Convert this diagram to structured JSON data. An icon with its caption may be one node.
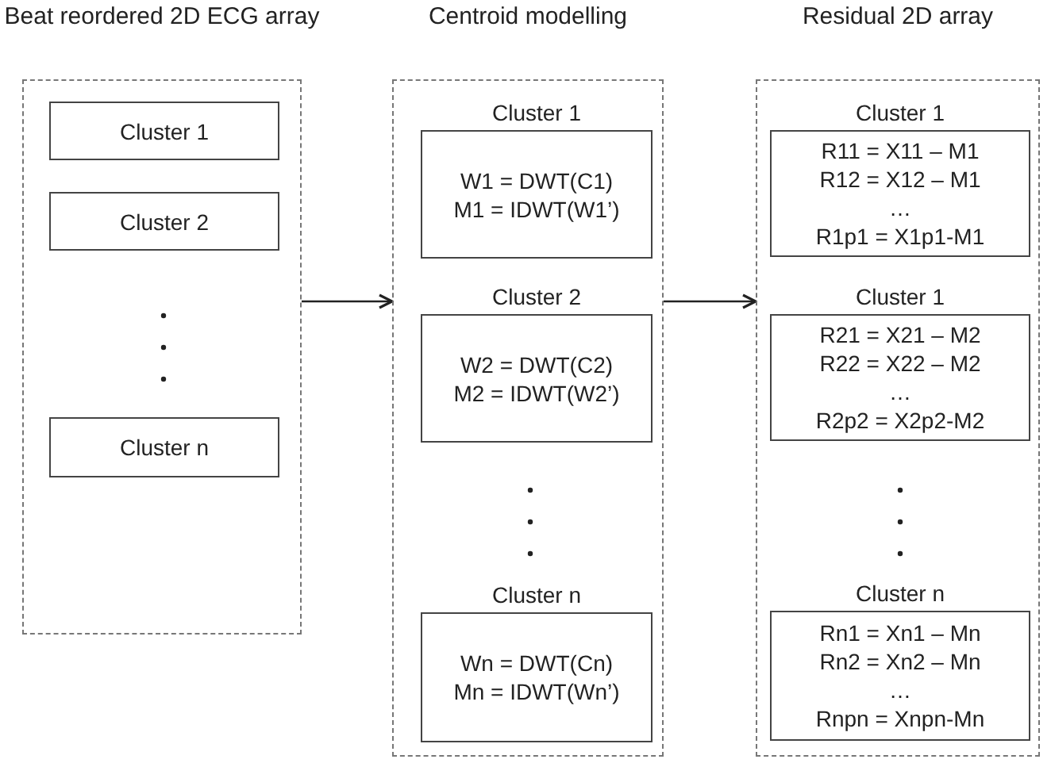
{
  "diagram": {
    "nodes": [
      {
        "text": [
          "Beat reordered 2D ECG array"
        ]
      },
      {
        "text": [
          "Cluster 1"
        ],
        "in": 0
      },
      {
        "text": [
          "Cluster 2"
        ],
        "in": 0
      },
      {
        "text": [
          "Cluster n"
        ],
        "in": 0
      },
      {
        "text": [
          "Centroid modelling"
        ]
      },
      {
        "text": [
          "Cluster 1",
          "W1 = DWT(C1)",
          "M1 = IDWT(W1’)"
        ],
        "in": 4
      },
      {
        "text": [
          "Cluster 2",
          "W2 = DWT(C2)",
          "M2 = IDWT(W2’)"
        ],
        "in": 4
      },
      {
        "text": [
          "Cluster n",
          "Wn = DWT(Cn)",
          "Mn = IDWT(Wn’)"
        ],
        "in": 4
      },
      {
        "text": [
          "Residual 2D array"
        ]
      },
      {
        "text": [
          "Cluster 1",
          "R11 = X11 – M1",
          "R12 = X12 – M1",
          "…",
          "R1p1 = X1p1-M1"
        ],
        "in": 8
      },
      {
        "text": [
          "Cluster 1",
          "R21 = X21 – M2",
          "R22 = X22 – M2",
          "…",
          "R2p2 = X2p2-M2"
        ],
        "in": 8
      },
      {
        "text": [
          "Cluster n",
          "Rn1 = Xn1 – Mn",
          "Rn2 = Xn2 – Mn",
          "…",
          "Rnpn = Xnpn-Mn"
        ],
        "in": 8
      }
    ],
    "edges": [
      {
        "from": 0,
        "to": 4,
        "arrow": "to"
      },
      {
        "from": 4,
        "to": 8,
        "arrow": "to"
      }
    ]
  }
}
